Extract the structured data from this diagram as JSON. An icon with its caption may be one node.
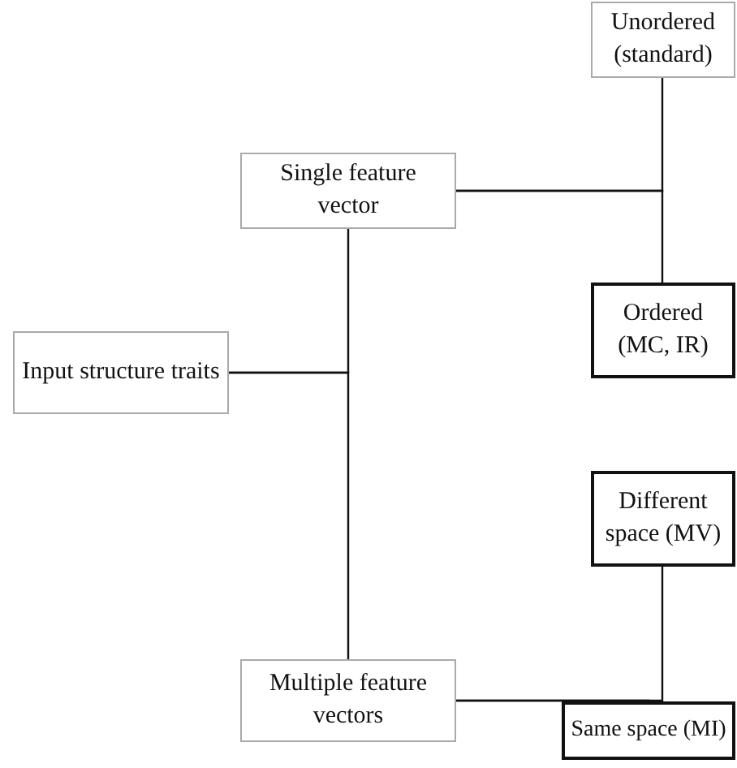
{
  "diagram": {
    "nodes": [
      {
        "text": [
          "Unordered (standard)"
        ]
      },
      {
        "text": [
          "Single feature vector"
        ]
      },
      {
        "text": [
          "Ordered (MC, IR)"
        ]
      },
      {
        "text": [
          "Input structure traits"
        ]
      },
      {
        "text": [
          "Different space (MV)"
        ]
      },
      {
        "text": [
          "Multiple feature vectors"
        ]
      },
      {
        "text": [
          "Same space (MI)"
        ]
      }
    ],
    "edges": [
      {
        "from": 3,
        "to": 1,
        "arrow": "none"
      },
      {
        "from": 3,
        "to": 5,
        "arrow": "none"
      },
      {
        "from": 1,
        "to": 0,
        "arrow": "none"
      },
      {
        "from": 1,
        "to": 2,
        "arrow": "none"
      },
      {
        "from": 5,
        "to": 4,
        "arrow": "none"
      },
      {
        "from": 5,
        "to": 6,
        "arrow": "none"
      }
    ]
  }
}
